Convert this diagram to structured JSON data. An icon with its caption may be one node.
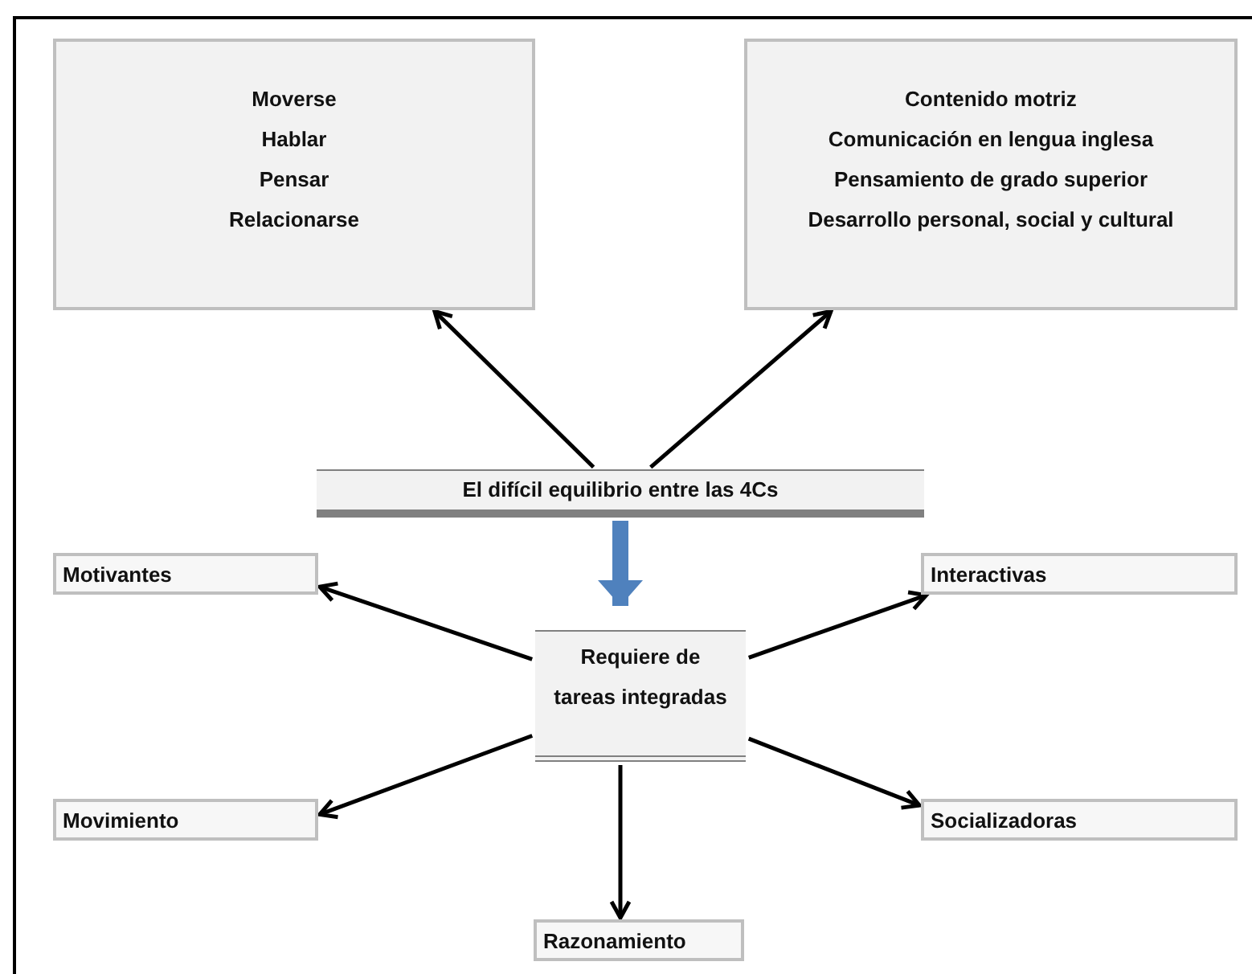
{
  "diagram": {
    "nodes": [
      {
        "text": [
          "Moverse",
          "Hablar",
          "Pensar",
          "Relacionarse"
        ]
      },
      {
        "text": [
          "Contenido motriz",
          "Comunicación en lengua inglesa",
          "Pensamiento de grado superior",
          "Desarrollo personal, social y cultural"
        ]
      },
      {
        "text": [
          "El difícil equilibrio entre las 4Cs"
        ]
      },
      {
        "text": [
          "Requiere de tareas integradas"
        ]
      },
      {
        "text": [
          "Motivantes"
        ]
      },
      {
        "text": [
          "Interactivas"
        ]
      },
      {
        "text": [
          "Movimiento"
        ]
      },
      {
        "text": [
          "Socializadoras"
        ]
      },
      {
        "text": [
          "Razonamiento"
        ]
      }
    ],
    "edges": [
      {
        "from": 2,
        "to": 0,
        "arrow": "to"
      },
      {
        "from": 2,
        "to": 1,
        "arrow": "to"
      },
      {
        "from": 2,
        "to": 3,
        "arrow": "to",
        "style": "thick",
        "color": "#4f81bd"
      },
      {
        "from": 3,
        "to": 4,
        "arrow": "to"
      },
      {
        "from": 3,
        "to": 5,
        "arrow": "to"
      },
      {
        "from": 3,
        "to": 6,
        "arrow": "to"
      },
      {
        "from": 3,
        "to": 7,
        "arrow": "to"
      },
      {
        "from": 3,
        "to": 8,
        "arrow": "to"
      }
    ]
  }
}
